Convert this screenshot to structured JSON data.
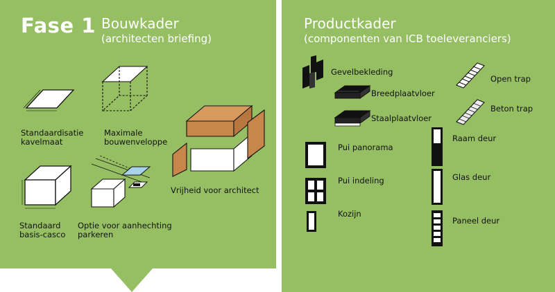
{
  "colors": {
    "panel_bg": "#96bf63",
    "accent_orange": "#c9864a",
    "accent_blue": "#a9d2ec",
    "line": "#111111"
  },
  "left": {
    "phase": "Fase 1",
    "title": "Bouwkader",
    "subtitle": "(architecten briefing)",
    "items": [
      {
        "label": "Standaardisatie kavelmaat",
        "icon": "flat-plot-icon"
      },
      {
        "label": "Maximale bouwenveloppe",
        "icon": "dashed-envelope-icon"
      },
      {
        "label": "Standaard basis-casco",
        "icon": "box-casco-icon"
      },
      {
        "label": "Optie voor aanhechting parkeren",
        "icon": "parking-attachment-icon"
      },
      {
        "label": "Vrijheid voor architect",
        "icon": "architect-freedom-icon"
      }
    ]
  },
  "right": {
    "title": "Productkader",
    "subtitle": "(componenten van ICB toeleveranciers)",
    "items": [
      {
        "label": "Gevelbekleding",
        "icon": "facade-cladding-icon"
      },
      {
        "label": "Breedplaatvloer",
        "icon": "slab-floor-icon"
      },
      {
        "label": "Staalplaatvloer",
        "icon": "steel-deck-floor-icon"
      },
      {
        "label": "Pui panorama",
        "icon": "panorama-window-icon"
      },
      {
        "label": "Pui indeling",
        "icon": "divided-window-icon"
      },
      {
        "label": "Kozijn",
        "icon": "window-frame-icon"
      },
      {
        "label": "Open trap",
        "icon": "open-stair-icon"
      },
      {
        "label": "Beton trap",
        "icon": "concrete-stair-icon"
      },
      {
        "label": "Raam deur",
        "icon": "window-door-icon"
      },
      {
        "label": "Glas deur",
        "icon": "glass-door-icon"
      },
      {
        "label": "Paneel deur",
        "icon": "panel-door-icon"
      }
    ]
  }
}
